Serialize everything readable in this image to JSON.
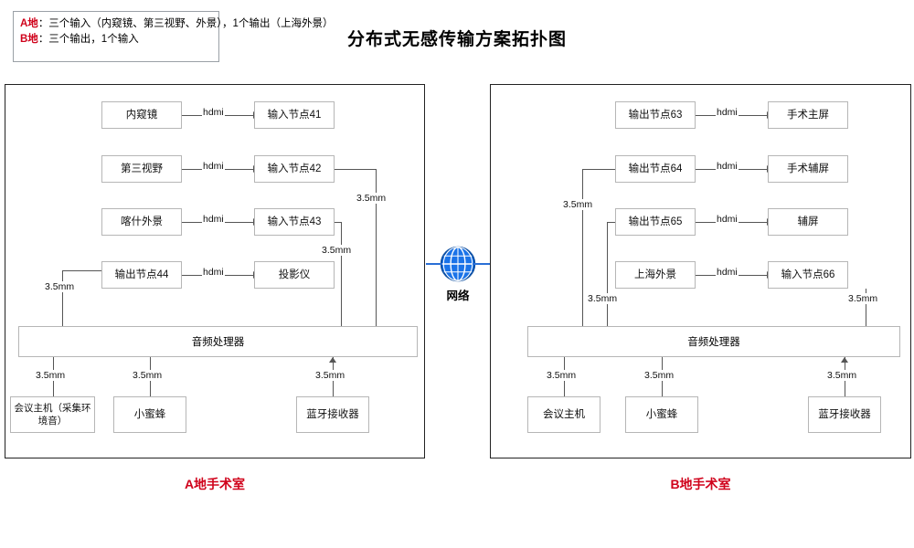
{
  "title": "分布式无感传输方案拓扑图",
  "legend": {
    "line1_label": "A地",
    "line1_text": "：三个输入（内窥镜、第三视野、外景），1个输出（上海外景）",
    "line2_label": "B地",
    "line2_text": "：三个输出，1个输入"
  },
  "network": {
    "label": "网络",
    "icon": "globe-icon",
    "color": "#1a73e8"
  },
  "rooms": [
    {
      "id": "room-a",
      "caption": "A地手术室",
      "rows": [
        {
          "source": "内窥镜",
          "link": "hdmi",
          "target": "输入节点41"
        },
        {
          "source": "第三视野",
          "link": "hdmi",
          "target": "输入节点42"
        },
        {
          "source": "喀什外景",
          "link": "hdmi",
          "target": "输入节点43"
        },
        {
          "source": "输出节点44",
          "link": "hdmi",
          "target": "投影仪"
        }
      ],
      "processor": "音频处理器",
      "bottom": [
        "会议主机（采集环境音）",
        "小蜜蜂",
        "蓝牙接收器"
      ],
      "audio_labels": [
        "3.5mm",
        "3.5mm",
        "3.5mm",
        "3.5mm",
        "3.5mm",
        "3.5mm"
      ]
    },
    {
      "id": "room-b",
      "caption": "B地手术室",
      "rows": [
        {
          "source": "输出节点63",
          "link": "hdmi",
          "target": "手术主屏"
        },
        {
          "source": "输出节点64",
          "link": "hdmi",
          "target": "手术辅屏"
        },
        {
          "source": "输出节点65",
          "link": "hdmi",
          "target": "辅屏"
        },
        {
          "source": "上海外景",
          "link": "hdmi",
          "target": "输入节点66"
        }
      ],
      "processor": "音频处理器",
      "bottom": [
        "会议主机",
        "小蜜蜂",
        "蓝牙接收器"
      ],
      "audio_labels": [
        "3.5mm",
        "3.5mm",
        "3.5mm",
        "3.5mm",
        "3.5mm"
      ]
    }
  ]
}
